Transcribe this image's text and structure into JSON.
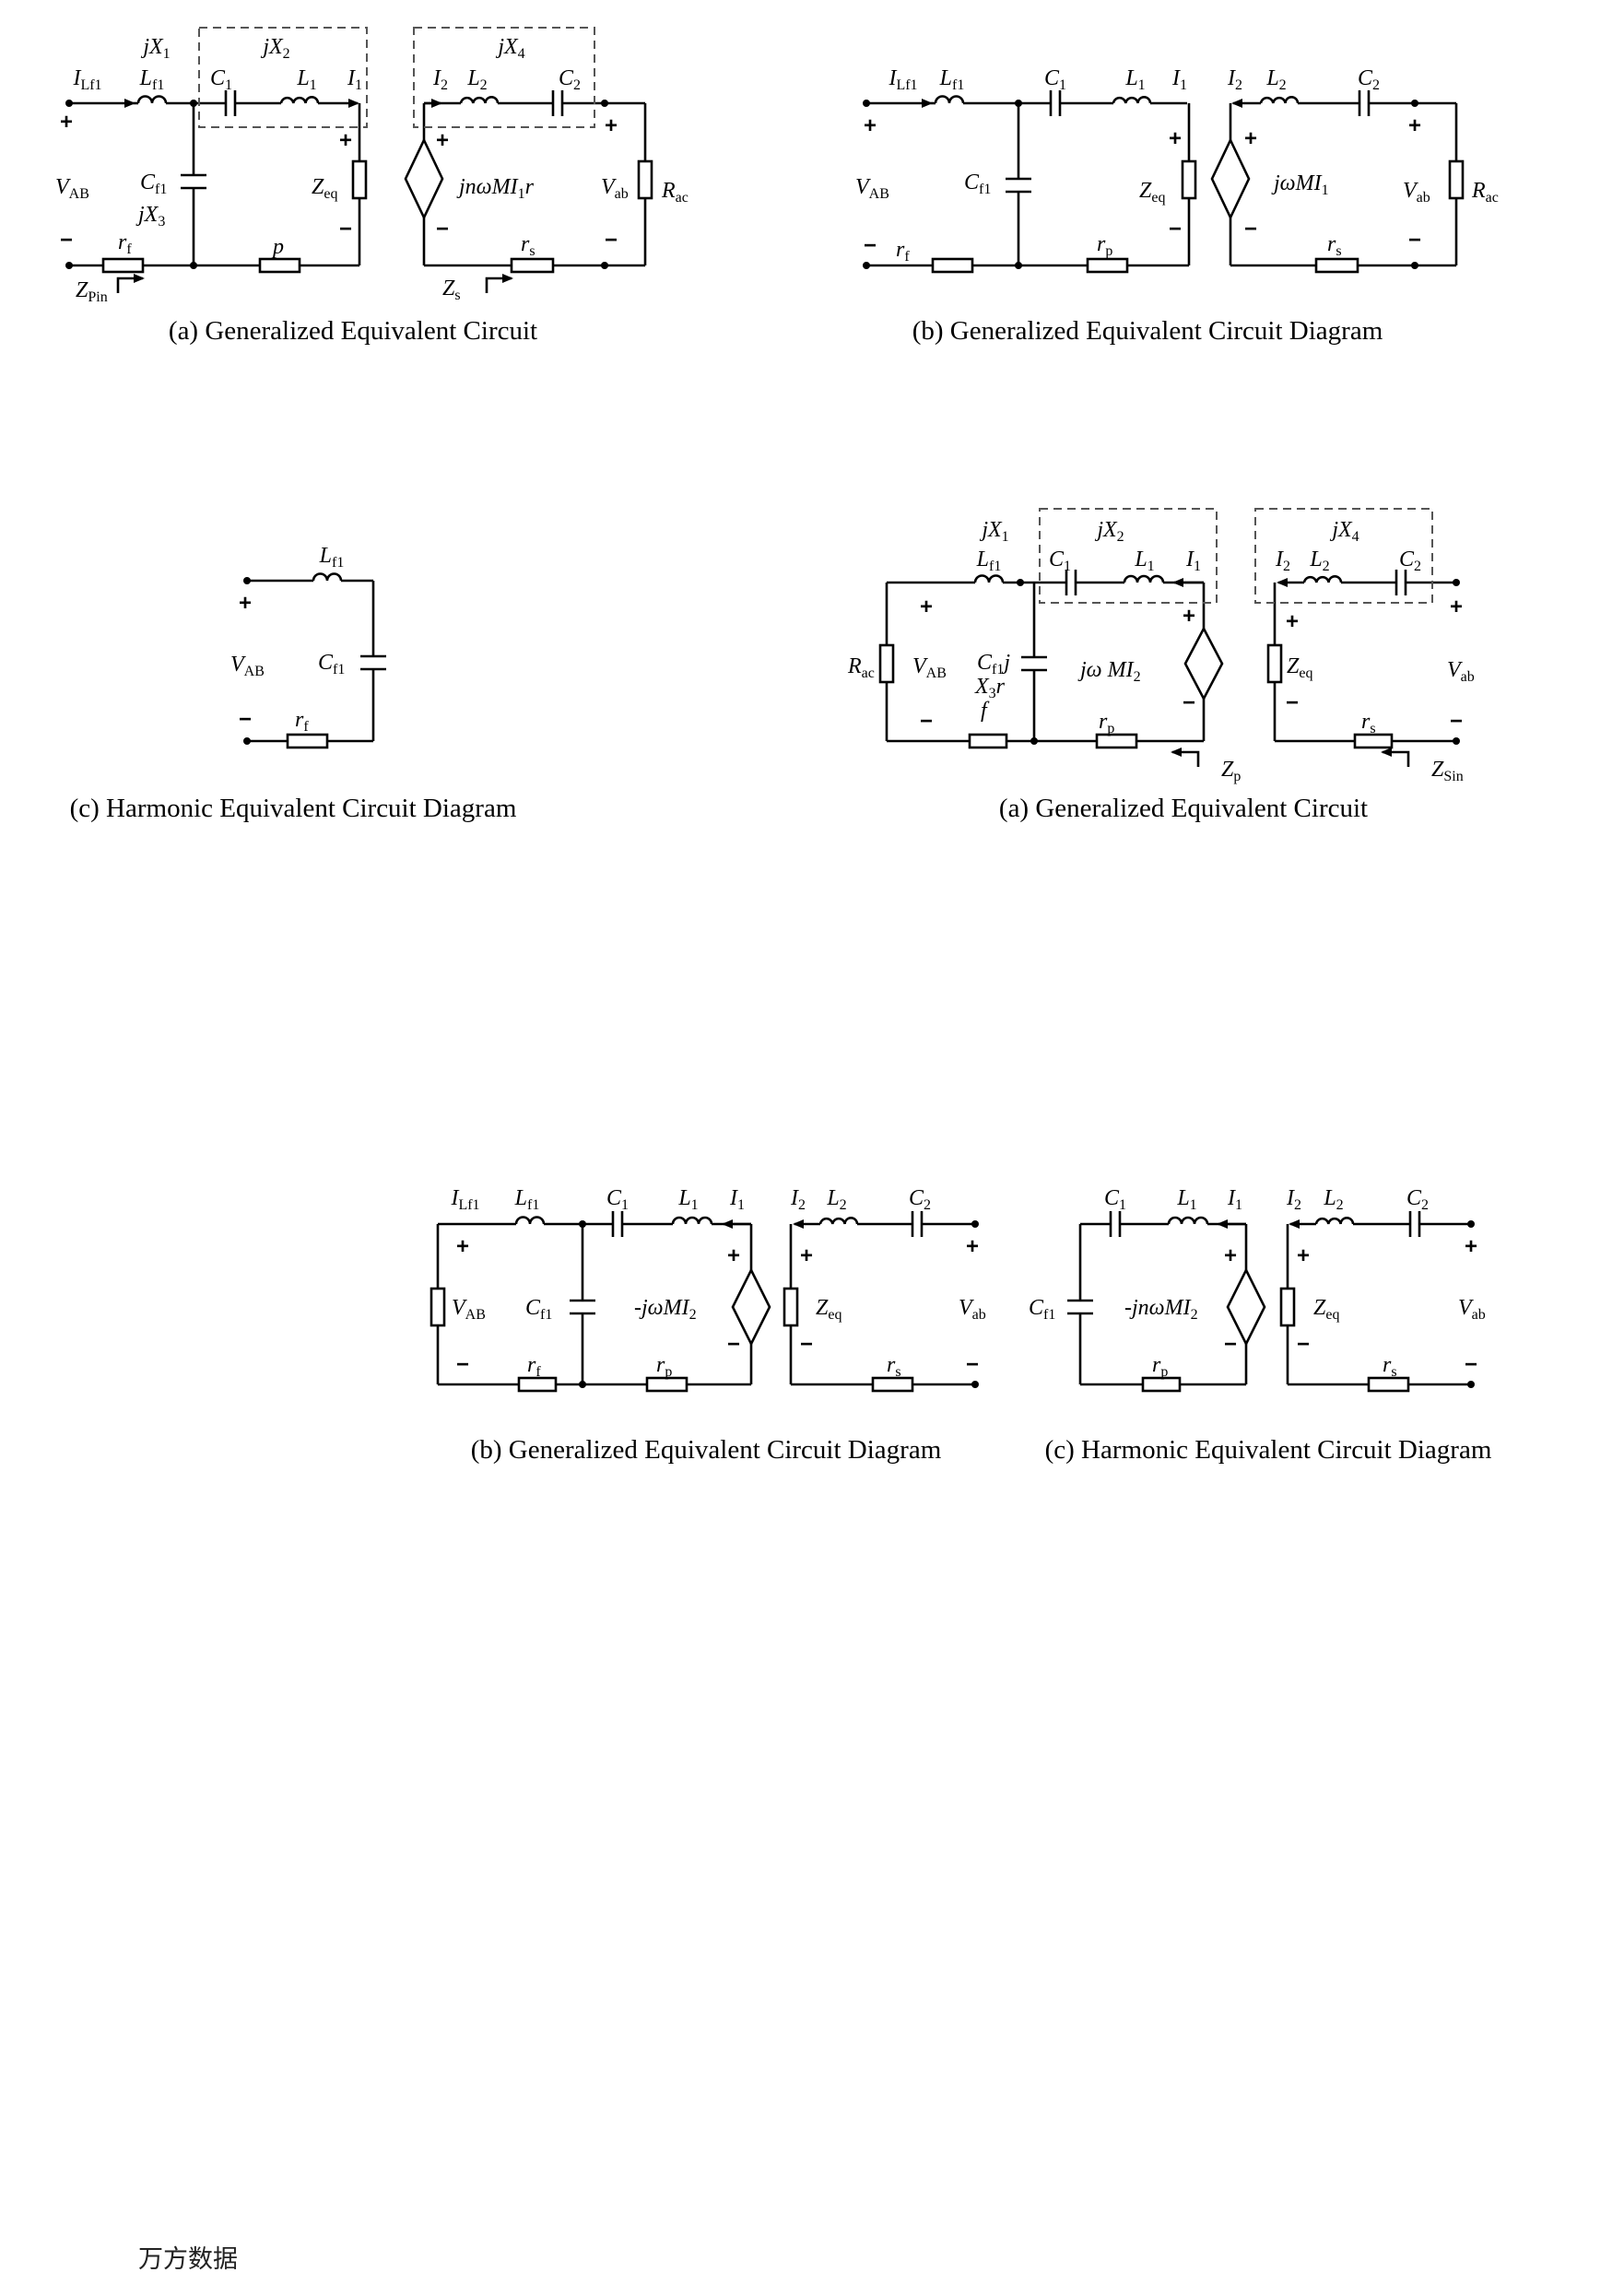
{
  "captions": {
    "a1": "(a) Generalized Equivalent Circuit",
    "b1": "(b) Generalized Equivalent Circuit Diagram",
    "c1": "(c) Harmonic Equivalent Circuit Diagram",
    "a2": "(a) Generalized Equivalent Circuit",
    "b2": "(b) Generalized Equivalent Circuit Diagram",
    "c2": "(c) Harmonic Equivalent Circuit Diagram"
  },
  "watermark": "万方数据",
  "labels": {
    "jX1": {
      "m": "jX",
      "s": "1"
    },
    "jX2": {
      "m": "jX",
      "s": "2"
    },
    "jX3": {
      "m": "jX",
      "s": "3"
    },
    "jX4": {
      "m": "jX",
      "s": "4"
    },
    "ILf1": {
      "m": "I",
      "s": "Lf1"
    },
    "Lf1": {
      "m": "L",
      "s": "f1"
    },
    "C1": {
      "m": "C",
      "s": "1"
    },
    "L1": {
      "m": "L",
      "s": "1"
    },
    "I1": {
      "m": "I",
      "s": "1"
    },
    "I2": {
      "m": "I",
      "s": "2"
    },
    "L2": {
      "m": "L",
      "s": "2"
    },
    "C2": {
      "m": "C",
      "s": "2"
    },
    "VAB": {
      "m": "V",
      "s": "AB"
    },
    "Cf1": {
      "m": "C",
      "s": "f1"
    },
    "Zeq": {
      "m": "Z",
      "s": "eq"
    },
    "Vab": {
      "m": "V",
      "s": "ab"
    },
    "Rac": {
      "m": "R",
      "s": "ac"
    },
    "rf": {
      "m": "r",
      "s": "f"
    },
    "rp": {
      "m": "r",
      "s": "p"
    },
    "rs": {
      "m": "r",
      "s": "s"
    },
    "ZPin": {
      "m": "Z",
      "s": "Pin"
    },
    "Zs": {
      "m": "Z",
      "s": "s"
    },
    "Zp": {
      "m": "Z",
      "s": "p"
    },
    "ZSin": {
      "m": "Z",
      "s": "Sin"
    },
    "p_only": "p",
    "f_only": "f",
    "src_a1": {
      "m": "jnωMI",
      "s": "1",
      "t": "r"
    },
    "src_b1": {
      "m": "jωMI",
      "s": "1"
    },
    "src_a2": {
      "m": "jω MI",
      "s": "2"
    },
    "Cfj": {
      "m": "C",
      "s": "f1",
      "t": "j"
    },
    "X3r": {
      "m": "X",
      "s": "3",
      "t": "r"
    },
    "src_b2": {
      "m": "-jωMI",
      "s": "2"
    },
    "src_c2": {
      "m": "-jnωMI",
      "s": "2"
    }
  },
  "signs": {
    "plus": "+",
    "minus": "−"
  }
}
